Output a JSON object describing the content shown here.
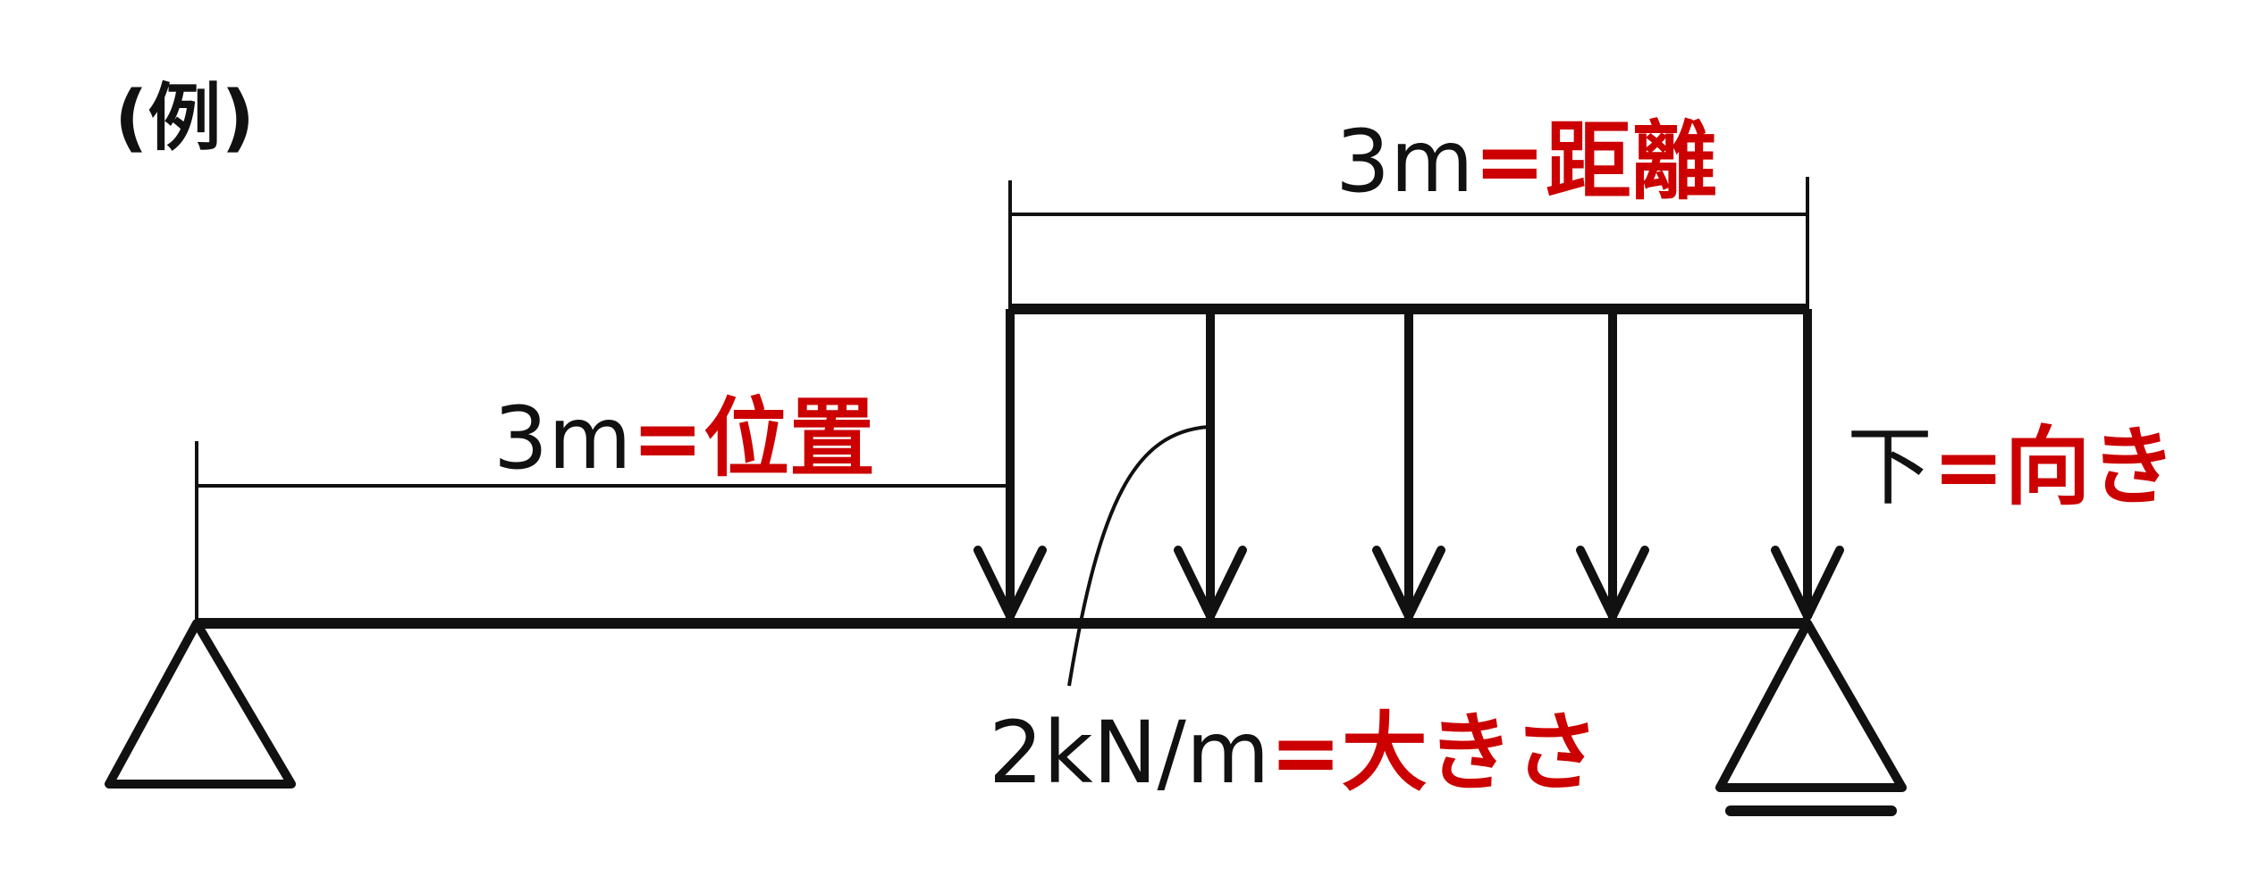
{
  "example_label": "(例)",
  "colors": {
    "line": "#111111",
    "accent": "#cc0000"
  },
  "labels": {
    "distance": {
      "value": "3m",
      "eq": "=",
      "term": "距離"
    },
    "position": {
      "value": "3m",
      "eq": "=",
      "term": "位置"
    },
    "direction": {
      "value": "下",
      "eq": "=",
      "term": "向き"
    },
    "magnitude": {
      "value": "2kN/m",
      "eq": "=",
      "term": "大きさ"
    }
  }
}
